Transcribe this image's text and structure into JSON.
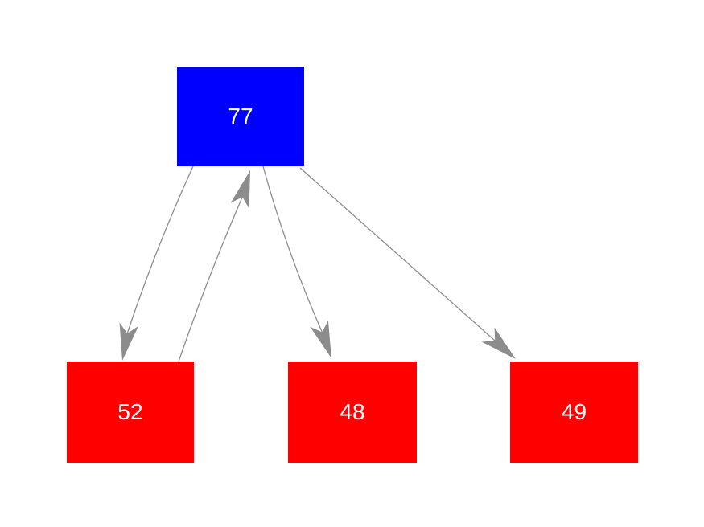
{
  "diagram": {
    "background_color": "#ffffff",
    "edge_color": "#8c8c8c",
    "nodes": [
      {
        "id": "77",
        "label": "77",
        "fill_color": "#0000ff",
        "text_color": "#ffffff",
        "role": "root"
      },
      {
        "id": "52",
        "label": "52",
        "fill_color": "#ff0000",
        "text_color": "#ffffff",
        "role": "child"
      },
      {
        "id": "48",
        "label": "48",
        "fill_color": "#ff0000",
        "text_color": "#ffffff",
        "role": "child"
      },
      {
        "id": "49",
        "label": "49",
        "fill_color": "#ff0000",
        "text_color": "#ffffff",
        "role": "child"
      }
    ],
    "edges": [
      {
        "from": "77",
        "to": "52"
      },
      {
        "from": "52",
        "to": "77"
      },
      {
        "from": "77",
        "to": "48"
      },
      {
        "from": "77",
        "to": "49"
      }
    ]
  }
}
